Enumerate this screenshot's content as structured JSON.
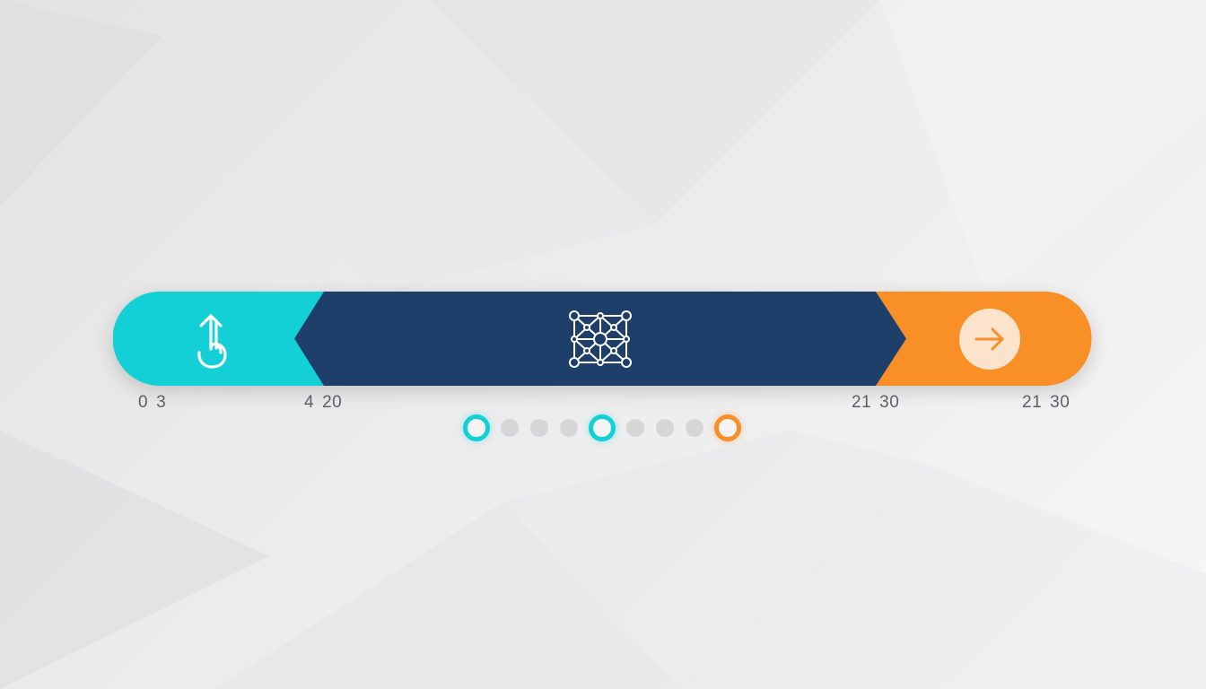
{
  "colors": {
    "start": "#12d0d6",
    "middle": "#1f3f6b",
    "end": "#f88f27",
    "arrow_circle": "#fce3cc",
    "label": "#5c6066",
    "dot_inactive": "#d6d6d8"
  },
  "segments": [
    {
      "id": "start",
      "icon": "hook-arrow-up-icon",
      "color": "#12d0d6"
    },
    {
      "id": "middle",
      "icon": "network-nodes-icon",
      "color": "#1f3f6b"
    },
    {
      "id": "end",
      "icon": "arrow-right-icon",
      "color": "#f88f27"
    }
  ],
  "labels": [
    [
      "0",
      "3"
    ],
    [
      "4",
      "20"
    ],
    [
      "21",
      "30"
    ],
    [
      "21",
      "30"
    ]
  ],
  "pagination": [
    {
      "state": "ring",
      "color": "#12d0d6"
    },
    {
      "state": "plain"
    },
    {
      "state": "plain"
    },
    {
      "state": "plain"
    },
    {
      "state": "ring",
      "color": "#12d0d6"
    },
    {
      "state": "plain"
    },
    {
      "state": "plain"
    },
    {
      "state": "plain"
    },
    {
      "state": "ring",
      "color": "#f88f27"
    }
  ]
}
